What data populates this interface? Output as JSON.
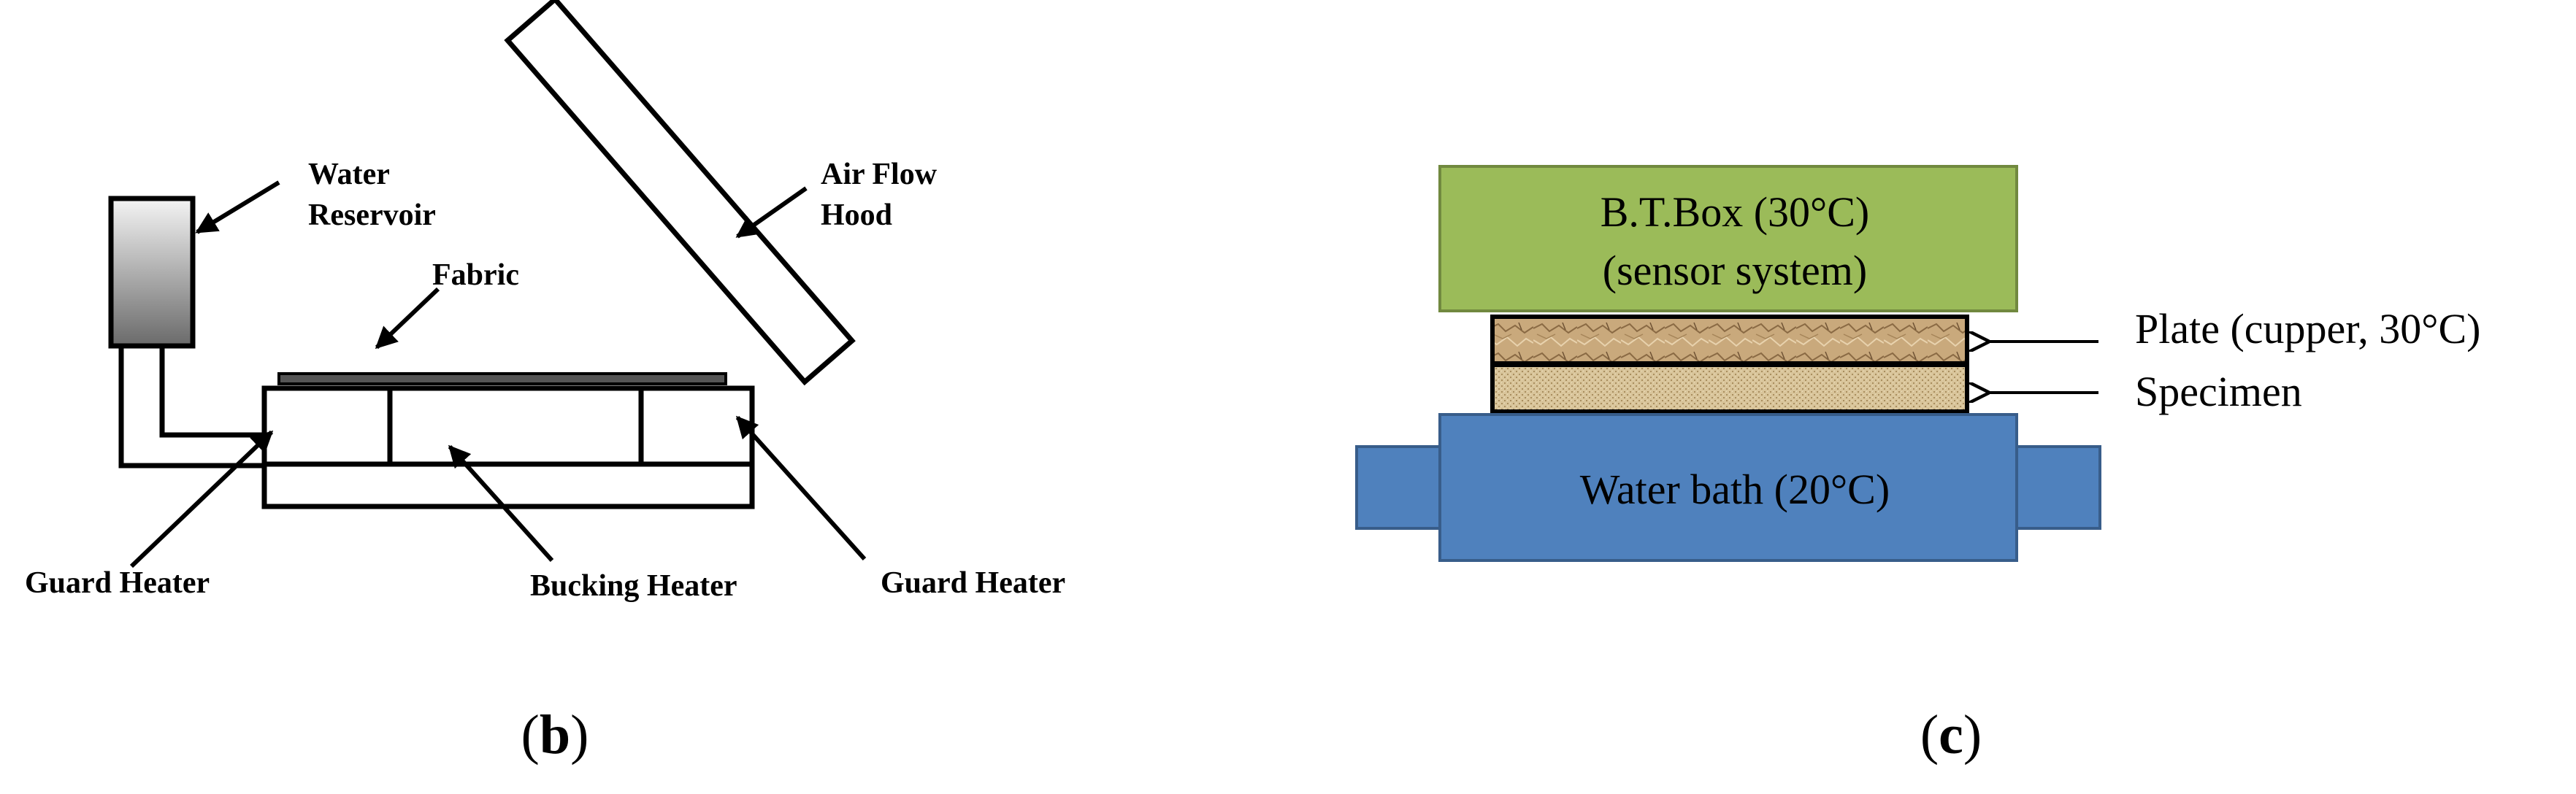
{
  "panel_b": {
    "labels": {
      "water_line1": "Water",
      "water_line2": "Reservoir",
      "fabric": "Fabric",
      "airflow_line1": "Air Flow",
      "airflow_line2": "Hood",
      "guard_left": "Guard Heater",
      "bucking": "Bucking Heater",
      "guard_right": "Guard Heater"
    },
    "caption_letter": "b"
  },
  "panel_c": {
    "btbox_line1": "B.T.Box (30°C)",
    "btbox_line2": "(sensor system)",
    "plate_label": "Plate (cupper, 30°C)",
    "specimen_label": "Specimen",
    "waterbath_label": "Water bath (20°C)",
    "colors": {
      "btbox": "#9bbb59",
      "waterbath": "#4f81bd",
      "plate": "#c8a87a",
      "specimen": "#d8c49a"
    },
    "caption_letter": "c"
  },
  "caption_open": "(",
  "caption_close": ")"
}
